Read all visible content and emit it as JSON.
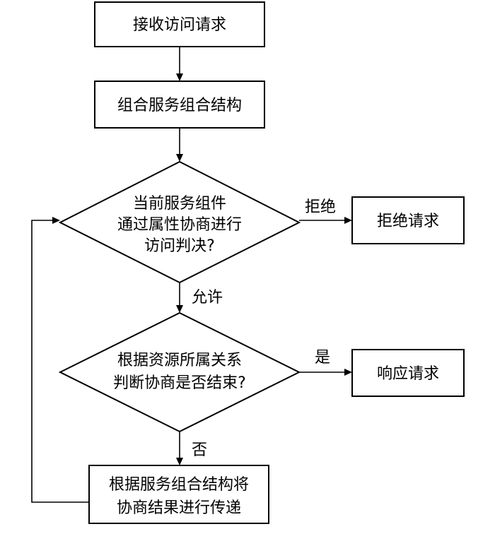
{
  "flowchart": {
    "nodes": {
      "receive": {
        "text": "接收访问请求"
      },
      "compose": {
        "text": "组合服务组合结构"
      },
      "decision1": {
        "lines": [
          "当前服务组件",
          "通过属性协商进行",
          "访问判决?"
        ]
      },
      "reject": {
        "text": "拒绝请求"
      },
      "decision2": {
        "lines": [
          "根据资源所属关系",
          "判断协商是否结束?"
        ]
      },
      "respond": {
        "text": "响应请求"
      },
      "pass": {
        "lines": [
          "根据服务组合结构将",
          "协商结果进行传递"
        ]
      }
    },
    "edges": {
      "reject_label": "拒绝",
      "allow_label": "允许",
      "yes_label": "是",
      "no_label": "否"
    }
  }
}
